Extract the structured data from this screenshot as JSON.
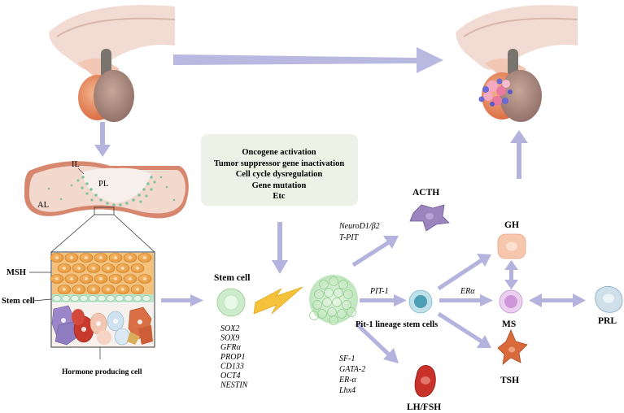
{
  "gland_labels": {
    "il": "IL",
    "pl": "PL",
    "al": "AL"
  },
  "tissue_labels": {
    "msh": "MSH",
    "stem_cell": "Stem cell",
    "hormone_producing": "Hormone producing cell"
  },
  "mechanism_box": [
    "Oncogene activation",
    "Tumor suppressor gene inactivation",
    "Cell cycle dysregulation",
    "Gene mutation",
    "Etc"
  ],
  "stem_cell": {
    "title": "Stem cell",
    "markers": [
      "SOX2",
      "SOX9",
      "GFRα",
      "PROP1",
      "CD133",
      "OCT4",
      "NESTIN"
    ]
  },
  "corticotroph_factors": [
    "NeuroD1/β2",
    "T-PIT"
  ],
  "pit1_factor": "PIT-1",
  "gonadotroph_factors": [
    "SF-1",
    "GATA-2",
    "ER-α",
    "Lhx4"
  ],
  "er_alpha": "ERα",
  "cells": {
    "acth": "ACTH",
    "gh": "GH",
    "ms": "MS",
    "prl": "PRL",
    "tsh": "TSH",
    "lhfsh": "LH/FSH",
    "pit1_lineage": "Pit-1 lineage stem cells"
  },
  "colors": {
    "arrow": "#b3b3de",
    "arrow_dark": "#a2a2d6",
    "box_bg": "#eef2e6",
    "acth": "#9c84bf",
    "gh": "#f6c6ad",
    "ms": "#cf97d9",
    "prl": "#cfe0ea",
    "tsh": "#d86a3c",
    "lhfsh": "#c8322a",
    "pit1": "#4d9fb5",
    "stem": "#cdeccc"
  }
}
